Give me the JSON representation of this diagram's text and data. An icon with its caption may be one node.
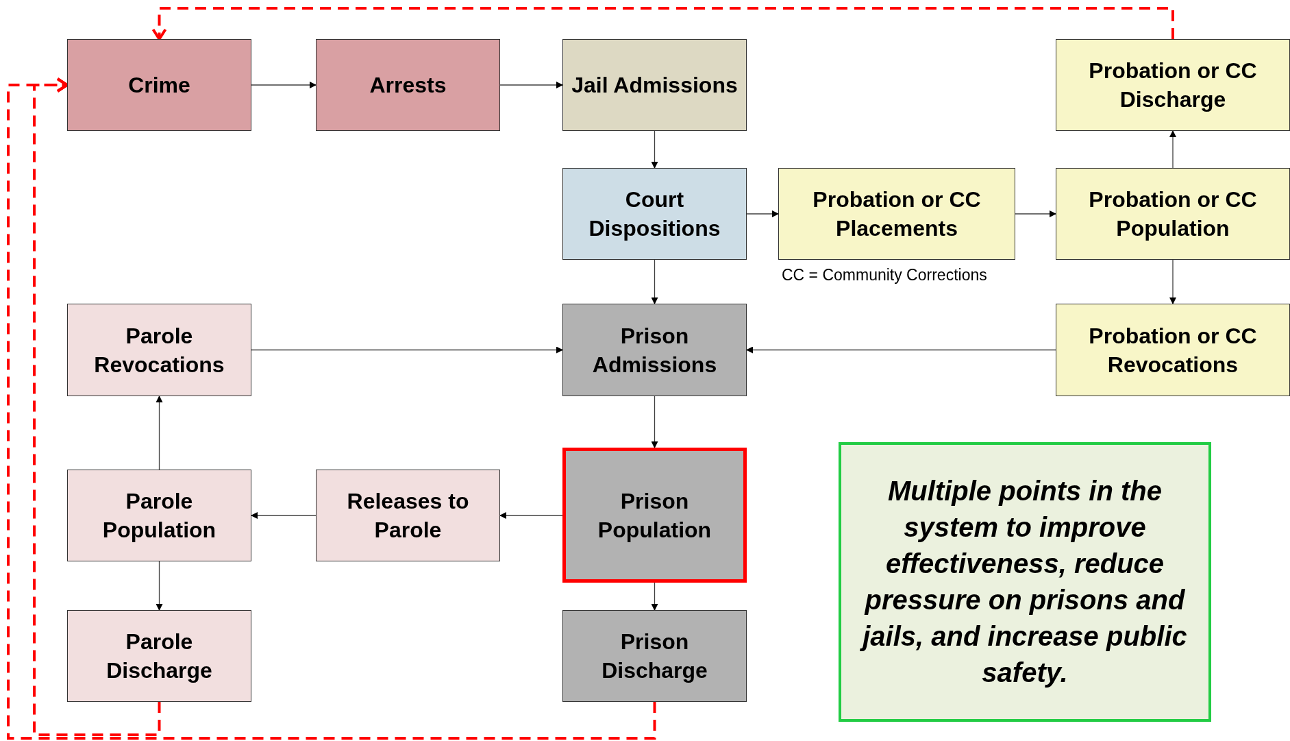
{
  "diagram": {
    "nodes": [
      {
        "text": [
          "Crime"
        ]
      },
      {
        "text": [
          "Arrests"
        ]
      },
      {
        "text": [
          "Jail Admissions"
        ]
      },
      {
        "text": [
          "Probation or CC Discharge"
        ]
      },
      {
        "text": [
          "Court Dispositions"
        ]
      },
      {
        "text": [
          "Probation or CC Placements"
        ],
        "beside": [
          "CC = Community Corrections"
        ]
      },
      {
        "text": [
          "Probation or CC Population"
        ]
      },
      {
        "text": [
          "Parole Revocations"
        ]
      },
      {
        "text": [
          "Prison Admissions"
        ]
      },
      {
        "text": [
          "Probation or CC Revocations"
        ]
      },
      {
        "text": [
          "Parole Population"
        ]
      },
      {
        "text": [
          "Releases to Parole"
        ]
      },
      {
        "text": [
          "Prison Population"
        ]
      },
      {
        "text": [
          "Multiple points in the system to improve effectiveness, reduce pressure on prisons and jails, and increase public safety."
        ]
      },
      {
        "text": [
          "Parole Discharge"
        ]
      },
      {
        "text": [
          "Prison Discharge"
        ]
      }
    ],
    "edges": [
      {
        "from": 0,
        "to": 1,
        "arrow": "to"
      },
      {
        "from": 1,
        "to": 2,
        "arrow": "to"
      },
      {
        "from": 2,
        "to": 4,
        "arrow": "to"
      },
      {
        "from": 4,
        "to": 5,
        "arrow": "to"
      },
      {
        "from": 5,
        "to": 6,
        "arrow": "to"
      },
      {
        "from": 6,
        "to": 3,
        "arrow": "to"
      },
      {
        "from": 6,
        "to": 9,
        "arrow": "to"
      },
      {
        "from": 4,
        "to": 8,
        "arrow": "to"
      },
      {
        "from": 7,
        "to": 8,
        "arrow": "to"
      },
      {
        "from": 9,
        "to": 8,
        "arrow": "to"
      },
      {
        "from": 8,
        "to": 12,
        "arrow": "to"
      },
      {
        "from": 12,
        "to": 11,
        "arrow": "to"
      },
      {
        "from": 11,
        "to": 10,
        "arrow": "to"
      },
      {
        "from": 10,
        "to": 7,
        "arrow": "to"
      },
      {
        "from": 10,
        "to": 14,
        "arrow": "to"
      },
      {
        "from": 12,
        "to": 15,
        "arrow": "to"
      },
      {
        "from": 3,
        "to": 0,
        "arrow": "to",
        "style": "dashed",
        "color": "#ff0000"
      },
      {
        "from": 14,
        "to": 0,
        "arrow": "to",
        "style": "dashed",
        "color": "#ff0000"
      },
      {
        "from": 15,
        "to": 0,
        "arrow": "to",
        "style": "dashed",
        "color": "#ff0000"
      }
    ]
  }
}
